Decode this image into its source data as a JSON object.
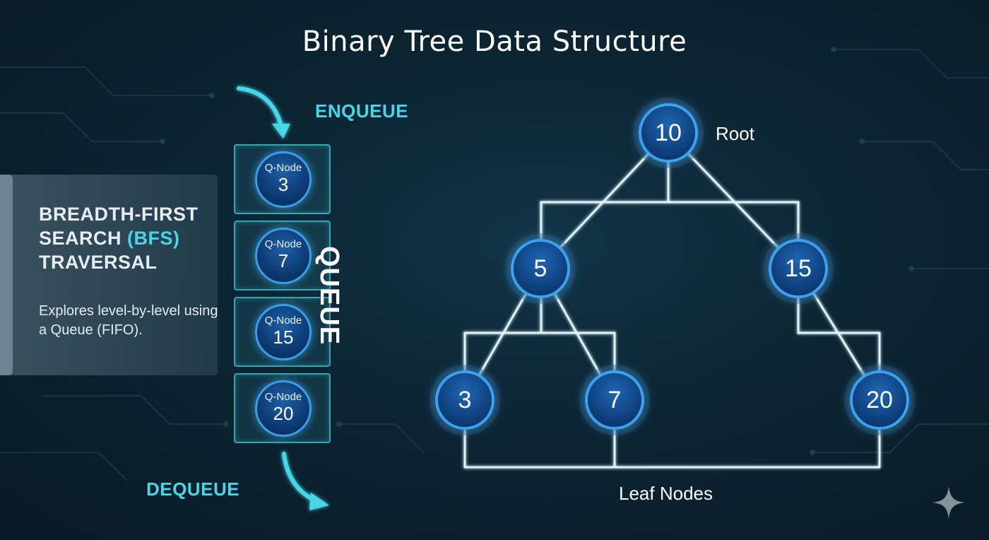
{
  "title": "Binary Tree Data Structure",
  "panel": {
    "heading_line1": "BREADTH-FIRST",
    "heading_line2_pre": "SEARCH ",
    "heading_line2_accent": "(BFS)",
    "heading_line3": "TRAVERSAL",
    "description": "Explores level-by-level using a Queue (FIFO)."
  },
  "queue": {
    "label": "QUEUE",
    "enqueue_label": "ENQUEUE",
    "dequeue_label": "DEQUEUE",
    "items": [
      {
        "prefix": "Q-Node",
        "value": "3"
      },
      {
        "prefix": "Q-Node",
        "value": "7"
      },
      {
        "prefix": "Q-Node",
        "value": "15"
      },
      {
        "prefix": "Q-Node",
        "value": "20"
      }
    ]
  },
  "tree": {
    "nodes": {
      "root": "10",
      "left": "5",
      "right": "15",
      "left_left": "3",
      "left_right": "7",
      "right_right": "20"
    },
    "root_label": "Root",
    "leaf_label": "Leaf Nodes"
  },
  "colors": {
    "accent": "#46d6e6",
    "node_border": "#3aa2ee",
    "edge": "#dff4fa",
    "background": "#0c2433"
  },
  "icons": {
    "corner": "sparkle-icon"
  }
}
